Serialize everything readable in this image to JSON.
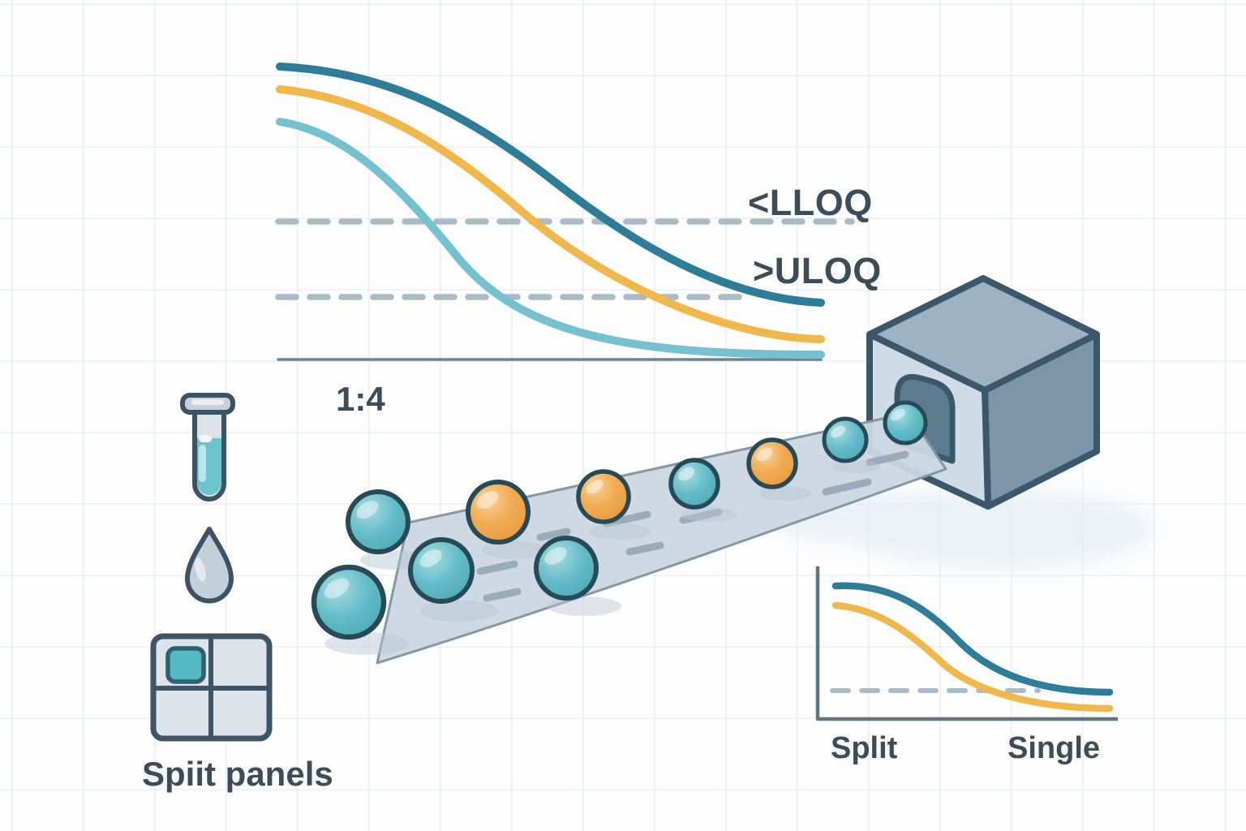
{
  "labels": {
    "lloq": "<LLOQ",
    "uloq": ">ULOQ",
    "dilution_ratio": "1:4",
    "split_panels": "Spiit panels",
    "mini_chart": {
      "left": "Split",
      "right": "Single"
    }
  },
  "colors": {
    "curve_dark_teal": "#2e7d98",
    "curve_yellow": "#f0b84a",
    "curve_light_blue": "#74c2cf",
    "dashed_threshold": "#a9bbc6",
    "baseline": "#6e8290",
    "text_slate": "#3c4d5a",
    "bead_teal": "#5cb7c4",
    "bead_orange": "#f0a74c",
    "bead_outline": "#274a57",
    "belt_fill": "#cbd7e1",
    "belt_edge": "#8398a7",
    "cube_top": "#9db2c2",
    "cube_right": "#7e94a7",
    "cube_front": "#cfdce5",
    "cube_outline": "#3a576b",
    "cube_opening": "#5d7b8e",
    "icon_outline": "#3c5366",
    "icon_fill_gray": "#dce3e9",
    "liquid_teal": "#6cc5cb"
  },
  "icons": [
    {
      "name": "test-tube-icon"
    },
    {
      "name": "droplet-icon"
    },
    {
      "name": "split-panel-grid-icon"
    },
    {
      "name": "conveyor-belt"
    },
    {
      "name": "analyzer-cube-icon"
    }
  ],
  "beads": {
    "count": 10,
    "sequence_left_to_right": [
      "teal",
      "teal",
      "teal",
      "orange",
      "teal",
      "orange",
      "teal",
      "orange",
      "teal",
      "teal"
    ]
  },
  "chart_data": [
    {
      "type": "line",
      "id": "dilution-curves",
      "title": "",
      "x": [
        0,
        0.2,
        0.4,
        0.6,
        0.8,
        1.0
      ],
      "series": [
        {
          "name": "curve-dark-teal",
          "color": "#2e7d98",
          "y": [
            1.0,
            0.96,
            0.82,
            0.52,
            0.26,
            0.19
          ]
        },
        {
          "name": "curve-yellow",
          "color": "#f0b84a",
          "y": [
            0.92,
            0.86,
            0.64,
            0.34,
            0.12,
            0.07
          ]
        },
        {
          "name": "curve-light-blue",
          "color": "#74c2cf",
          "y": [
            0.81,
            0.68,
            0.38,
            0.1,
            0.02,
            0.02
          ]
        }
      ],
      "thresholds": [
        {
          "label": "<LLOQ",
          "y": 0.47,
          "style": "dashed"
        },
        {
          "label": ">ULOQ",
          "y": 0.21,
          "style": "dashed"
        }
      ],
      "annotations": [
        "1:4"
      ],
      "axes": {
        "baseline": true,
        "grid": false,
        "legend": "none"
      }
    },
    {
      "type": "line",
      "id": "split-vs-single",
      "title": "",
      "x": [
        0,
        0.25,
        0.5,
        0.75,
        1.0
      ],
      "series": [
        {
          "name": "split-curve-teal",
          "color": "#2e7d98",
          "y": [
            0.87,
            0.84,
            0.55,
            0.25,
            0.18
          ]
        },
        {
          "name": "single-curve-yellow",
          "color": "#f0b84a",
          "y": [
            0.75,
            0.66,
            0.35,
            0.12,
            0.07
          ]
        }
      ],
      "thresholds": [
        {
          "label": "",
          "y": 0.19,
          "style": "dashed"
        }
      ],
      "x_tick_labels": [
        "Split",
        "Single"
      ],
      "axes": {
        "baseline": true,
        "y_axis": true,
        "grid": false,
        "legend": "none"
      }
    }
  ]
}
